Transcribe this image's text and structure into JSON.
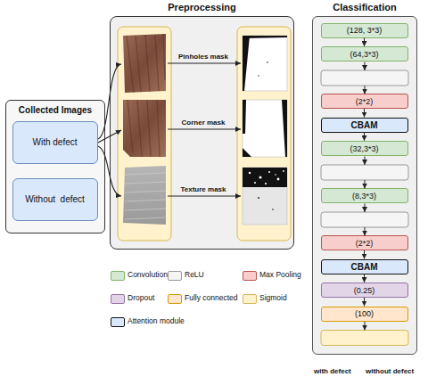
{
  "diagram": {
    "nodes": [
      {
        "text": [
          "Collected Images"
        ]
      },
      {
        "text": [
          "With defect"
        ],
        "in": 0
      },
      {
        "text": [
          "Without  defect"
        ],
        "in": 0
      },
      {
        "text": [
          "Preprocessing"
        ]
      },
      {
        "text": [
          "Classification"
        ]
      },
      {
        "text": [
          "(128, 3*3)"
        ],
        "in": 4
      },
      {
        "text": [
          "(64,3*3)"
        ],
        "in": 4
      },
      {
        "text": [
          "(2*2)"
        ],
        "in": 4
      },
      {
        "text": [
          "CBAM"
        ],
        "in": 4
      },
      {
        "text": [
          "(32,3*3)"
        ],
        "in": 4
      },
      {
        "text": [
          "(8,3*3)"
        ],
        "in": 4
      },
      {
        "text": [
          "(2*2)"
        ],
        "in": 4
      },
      {
        "text": [
          "CBAM"
        ],
        "in": 4
      },
      {
        "text": [
          "(0.25)"
        ],
        "in": 4
      },
      {
        "text": [
          "(100)"
        ],
        "in": 4
      }
    ],
    "edges": [
      {
        "from": 5,
        "to": 6,
        "arrow": "to"
      },
      {
        "from": 7,
        "to": 8,
        "arrow": "to"
      },
      {
        "from": 8,
        "to": 9,
        "arrow": "to"
      },
      {
        "from": 11,
        "to": 12,
        "arrow": "to"
      },
      {
        "from": 12,
        "to": 13,
        "arrow": "to"
      },
      {
        "from": 13,
        "to": 14,
        "arrow": "to"
      }
    ],
    "labels": [
      "Pinholes mask",
      "Corner mask",
      "Texture mask",
      "with defect",
      "without defect"
    ],
    "legend": [
      {
        "text": "Convolution",
        "color": "#d5e8d4"
      },
      {
        "text": "ReLU",
        "color": "#f5f5f5"
      },
      {
        "text": "Max Pooling",
        "color": "#f8cecc"
      },
      {
        "text": "Dropout",
        "color": "#e1d5e7"
      },
      {
        "text": "Fully connected",
        "color": "#ffe6cc"
      },
      {
        "text": "Sigmoid",
        "color": "#fff2cc"
      },
      {
        "text": "Attention module",
        "color": "#dae8fc"
      }
    ]
  }
}
